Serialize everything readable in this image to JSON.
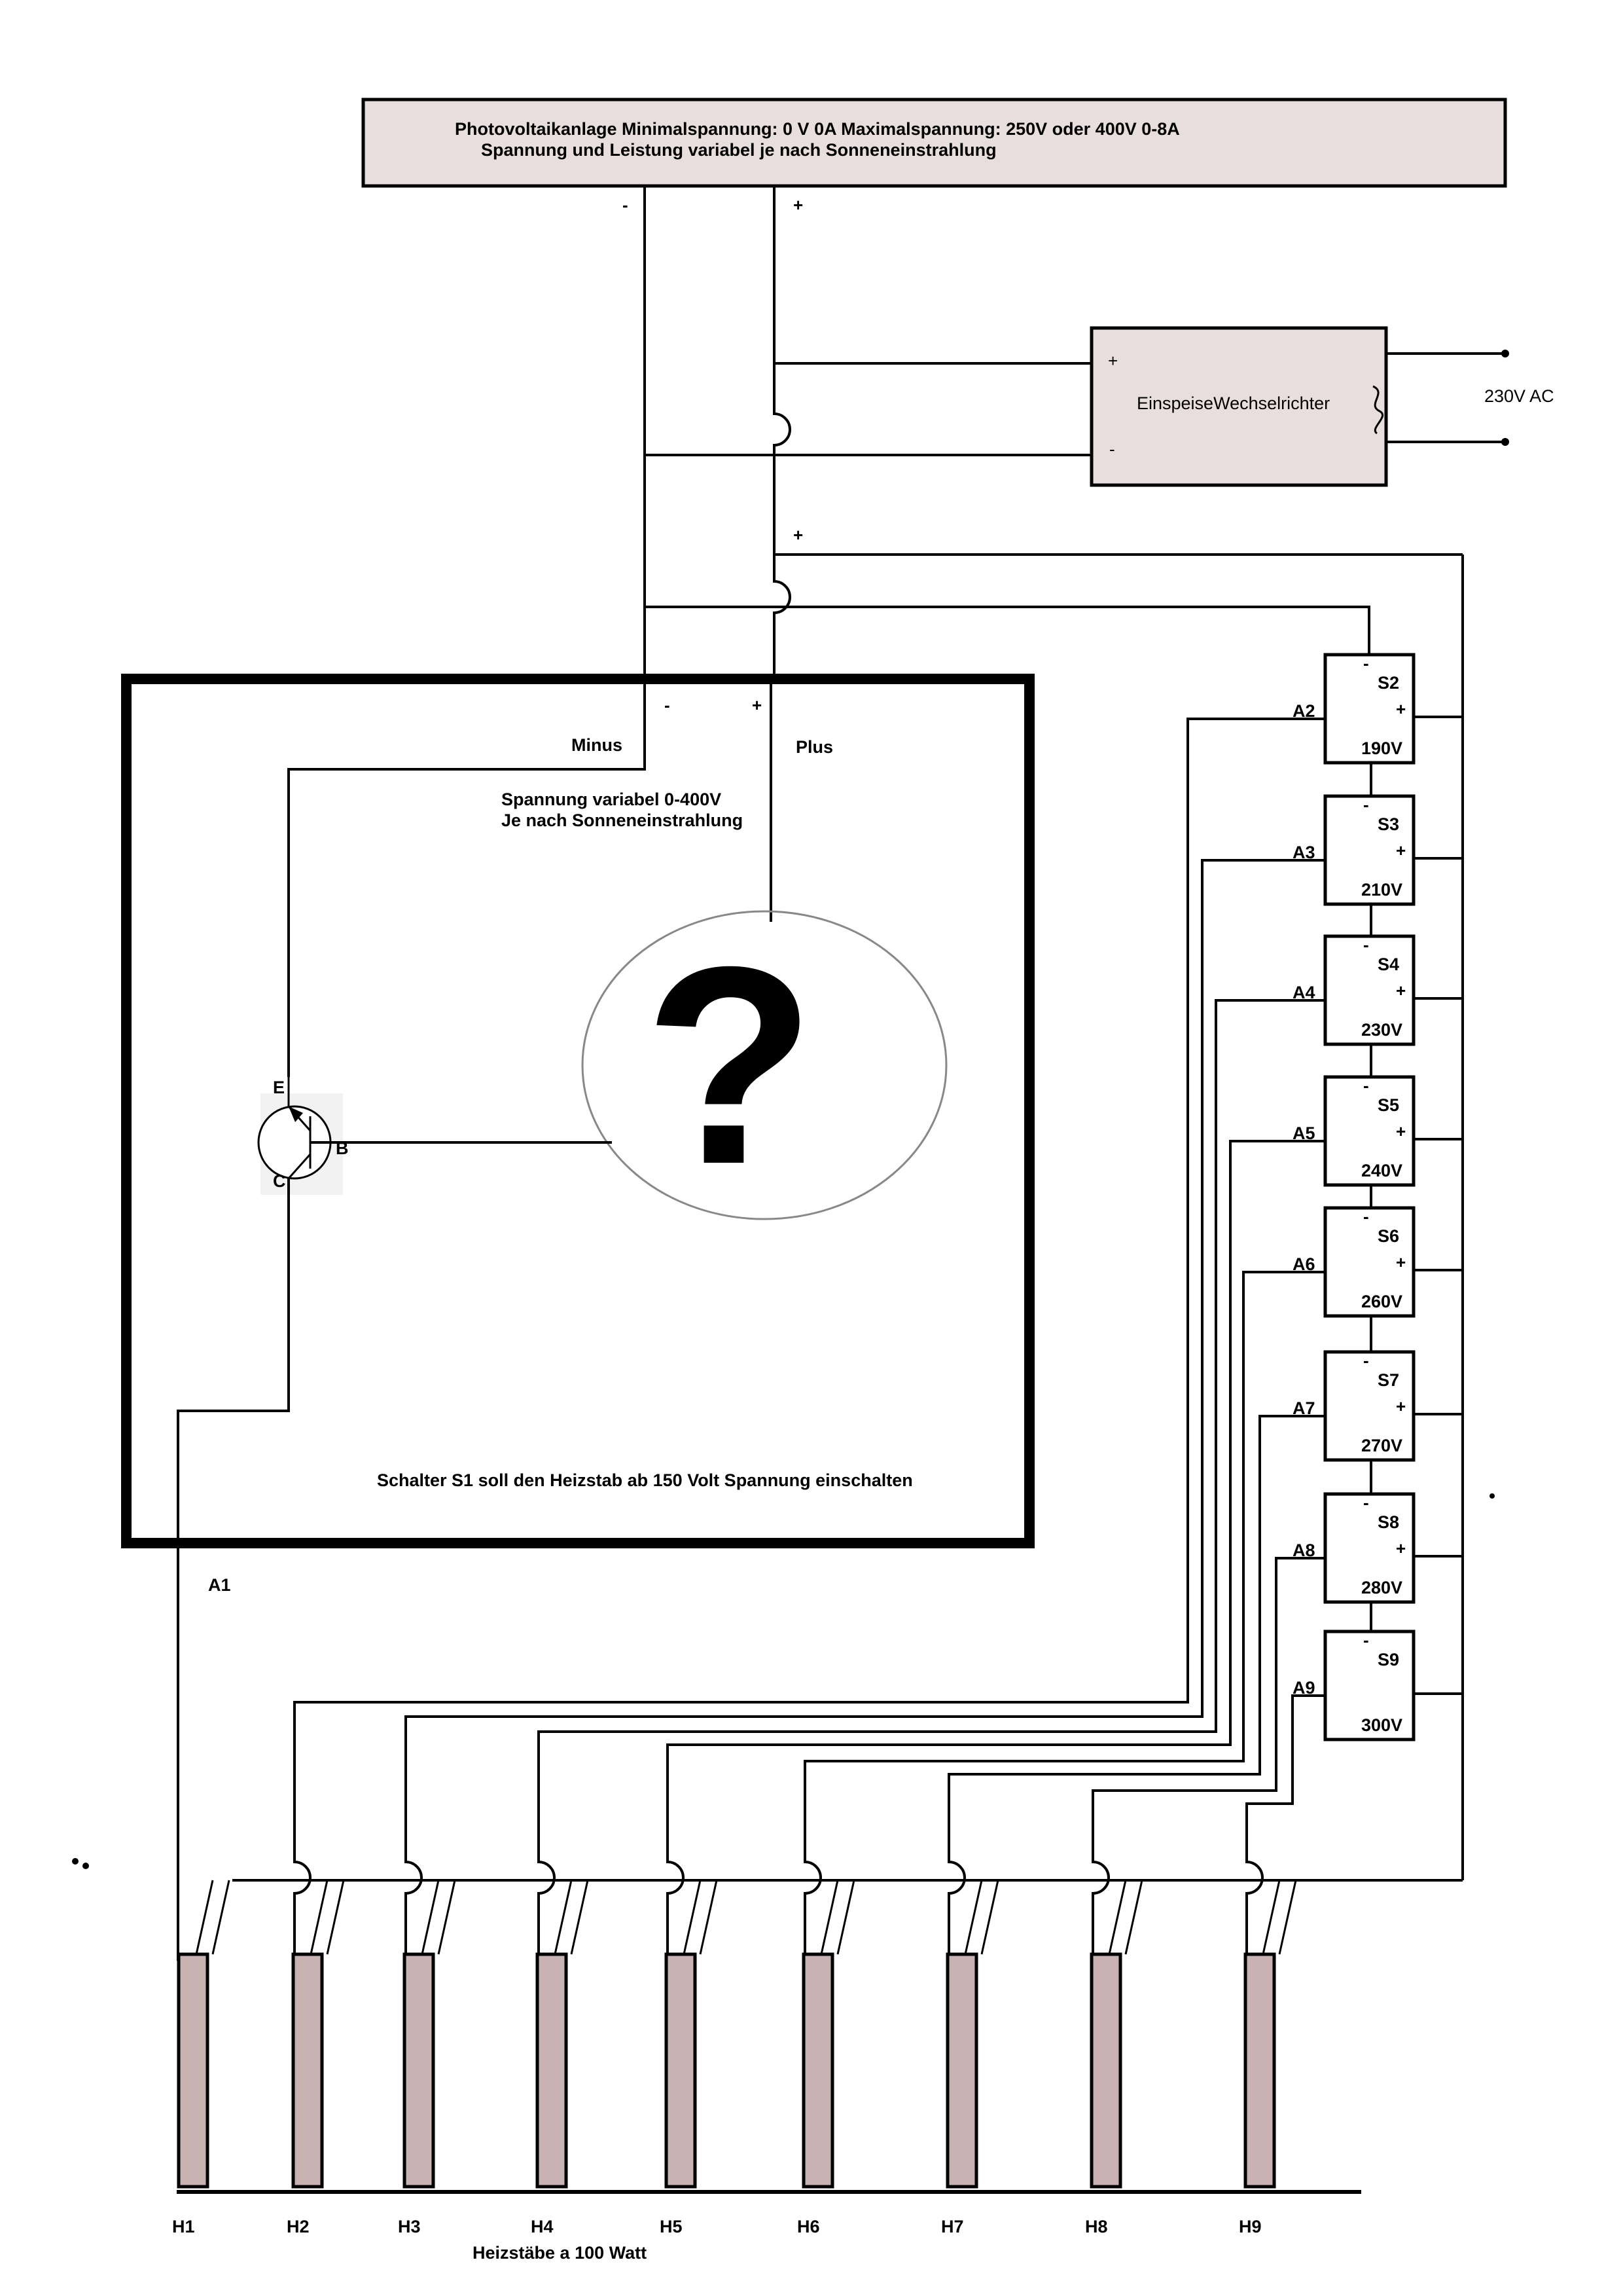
{
  "pv": {
    "line1": "Photovoltaikanlage  Minimalspannung: 0 V  0A  Maximalspannung: 250V oder 400V 0-8A",
    "line2": "Spannung und Leistung  variabel je nach Sonneneinstrahlung",
    "minus": "-",
    "plus": "+",
    "fill": "#e9dede"
  },
  "inverter": {
    "label": "EinspeiseWechselrichter",
    "plus": "+",
    "minus": "-",
    "ac_label": "230V AC",
    "fill": "#e9dede"
  },
  "plus_node": "+",
  "control_box": {
    "minus_sign": "-",
    "plus_sign": "+",
    "minus_label": "Minus",
    "plus_label": "Plus",
    "voltage_line1": "Spannung  variabel  0-400V",
    "voltage_line2": "Je nach Sonneneinstrahlung",
    "unknown_symbol": "?",
    "transistor": {
      "e": "E",
      "b": "B",
      "c": "C"
    },
    "note": "Schalter S1  soll den Heizstab ab 150 Volt  Spannung einschalten"
  },
  "a1_label": "A1",
  "switches": [
    {
      "output": "A2",
      "name": "S2",
      "minus": "-",
      "plus": "+",
      "voltage": "190V"
    },
    {
      "output": "A3",
      "name": "S3",
      "minus": "-",
      "plus": "+",
      "voltage": "210V"
    },
    {
      "output": "A4",
      "name": "S4",
      "minus": "-",
      "plus": "+",
      "voltage": "230V"
    },
    {
      "output": "A5",
      "name": "S5",
      "minus": "-",
      "plus": "+",
      "voltage": "240V"
    },
    {
      "output": "A6",
      "name": "S6",
      "minus": "-",
      "plus": "+",
      "voltage": "260V"
    },
    {
      "output": "A7",
      "name": "S7",
      "minus": "-",
      "plus": "+",
      "voltage": "270V"
    },
    {
      "output": "A8",
      "name": "S8",
      "minus": "-",
      "plus": "+",
      "voltage": "280V"
    },
    {
      "output": "A9",
      "name": "S9",
      "minus": "-",
      "plus": "",
      "voltage": "300V"
    }
  ],
  "heaters": {
    "labels": [
      "H1",
      "H2",
      "H3",
      "H4",
      "H5",
      "H6",
      "H7",
      "H8",
      "H9"
    ],
    "fill": "#c9b2b2",
    "caption": "Heizstäbe a  100 Watt"
  }
}
